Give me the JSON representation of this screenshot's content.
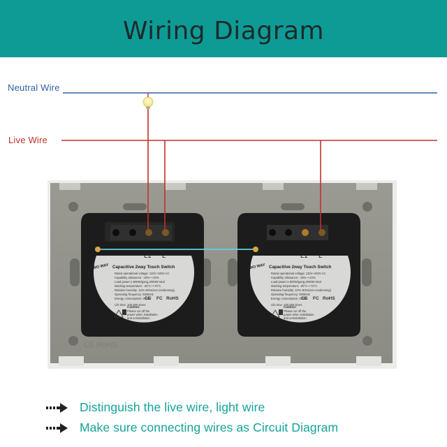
{
  "header": {
    "title": "Wiring Diagram"
  },
  "wires": {
    "neutral_label": "Neutral Wire",
    "live_label": "Live Wire",
    "colors": {
      "neutral": "#2f5fa8",
      "live": "#c0312c",
      "bridge": "#5fd0e0"
    }
  },
  "switches": [
    {
      "terminal_l1": "L1",
      "terminal_l": "L",
      "mode": "TWO WAY",
      "title": "Capacitive 2way Touch Switch",
      "specs": [
        "Rated operational voltage:  110V~240V  AC",
        "Capability allowance:  -15%~+10%",
        "Load power:1-800W/gang,2000W total",
        "Working temperature:  -20°C~+70°C",
        "Relative humidity:  10%~93%(non-condensing)",
        "Operating frequency:  50/60Hz",
        "Energy consumption:  0.02W",
        "Life time:  100,000 times"
      ],
      "cert_ce": "CE",
      "cert_fc": "FC",
      "cert_rohs": "RoHS",
      "caution": [
        "Caution:",
        "Please cut off the",
        "power when installation",
        "and uninstallation"
      ]
    },
    {
      "terminal_l1": "L1",
      "terminal_l": "L",
      "mode": "TWO WAY",
      "title": "Capacitive 2way Touch Switch",
      "specs": [
        "Rated operational voltage:  110V~240V  AC",
        "Capability allowance:  -15%~+10%",
        "Load power:1-800W/gang,2000W total",
        "Working temperature:  -20°C~+70°C",
        "Relative humidity:  10%~93%(non-condensing)",
        "Operating frequency:  50/60Hz",
        "Energy consumption:  0.02W",
        "Life time:  100,000 times"
      ],
      "cert_ce": "CE",
      "cert_fc": "FC",
      "cert_rohs": "RoHS",
      "caution": [
        "Caution:",
        "Please cut off the",
        "power when installation",
        "and uninstallation"
      ]
    }
  ],
  "plate": {
    "embossed": "CE RoHS"
  },
  "notes": [
    {
      "icon": "dashed-arrow-icon",
      "text": "Distinguish the live wire, light wire"
    },
    {
      "icon": "dashed-arrow-icon",
      "text": "Make sure connecting wires as Circuit Diagram"
    }
  ]
}
